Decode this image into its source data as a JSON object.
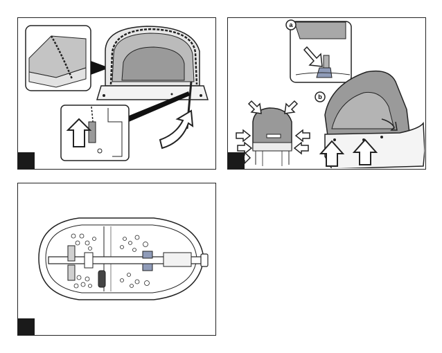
{
  "panels": [
    {
      "step_number": "",
      "illustration": "canopy-assembly"
    },
    {
      "step_number": "",
      "illustration": "canopy-attach-to-carrycot",
      "callouts": {
        "a": "a",
        "b": "b"
      }
    },
    {
      "step_number": "",
      "illustration": "carrycot-base-top-view"
    }
  ],
  "colors": {
    "outline": "#222222",
    "fabric_gray": "#b4b4b4",
    "fabric_dark": "#8a8a8a",
    "highlight_blue": "#8f9bb8",
    "step_box": "#1a1a1a"
  }
}
